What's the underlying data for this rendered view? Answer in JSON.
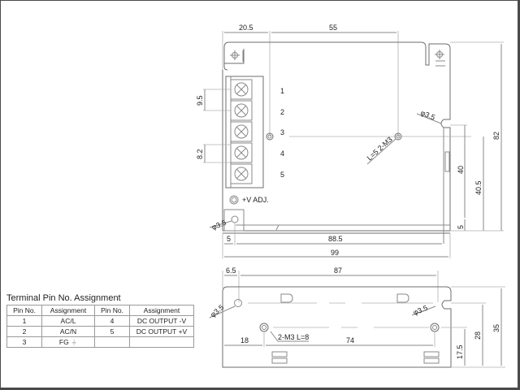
{
  "pin_table": {
    "title": "Terminal Pin No.  Assignment",
    "headers": [
      "Pin No.",
      "Assignment",
      "Pin No.",
      "Assignment"
    ],
    "rows": [
      [
        "1",
        "AC/L",
        "4",
        "DC OUTPUT -V"
      ],
      [
        "2",
        "AC/N",
        "5",
        "DC OUTPUT +V"
      ],
      [
        "3",
        "FG",
        "",
        ""
      ]
    ],
    "ground_symbol": "⏚"
  },
  "top_view": {
    "dims": {
      "w_20_5": "20.5",
      "w_55": "55",
      "h_9_5": "9.5",
      "h_8_2": "8.2",
      "h_82": "82",
      "h_40": "40",
      "h_40_5": "40.5",
      "h_5_right": "5",
      "w_5_left": "5",
      "w_88_5": "88.5",
      "w_99": "99",
      "hole_left": "φ3.5",
      "hole_right": "φ3.5",
      "screw_note": "L=5  2-M3"
    },
    "terminal_numbers": [
      "1",
      "2",
      "3",
      "4",
      "5"
    ],
    "vadj_label": "+V ADJ."
  },
  "side_view": {
    "dims": {
      "w_6_5": "6.5",
      "w_87": "87",
      "w_18": "18",
      "w_74": "74",
      "h_17_5": "17.5",
      "h_28": "28",
      "h_35": "35",
      "hole_left": "φ3.5",
      "hole_right": "φ3.5",
      "screw_note": "2-M3  L=8"
    }
  },
  "colors": {
    "line": "#8a8a8a",
    "frame": "#4a4a4a",
    "text": "#222222"
  }
}
